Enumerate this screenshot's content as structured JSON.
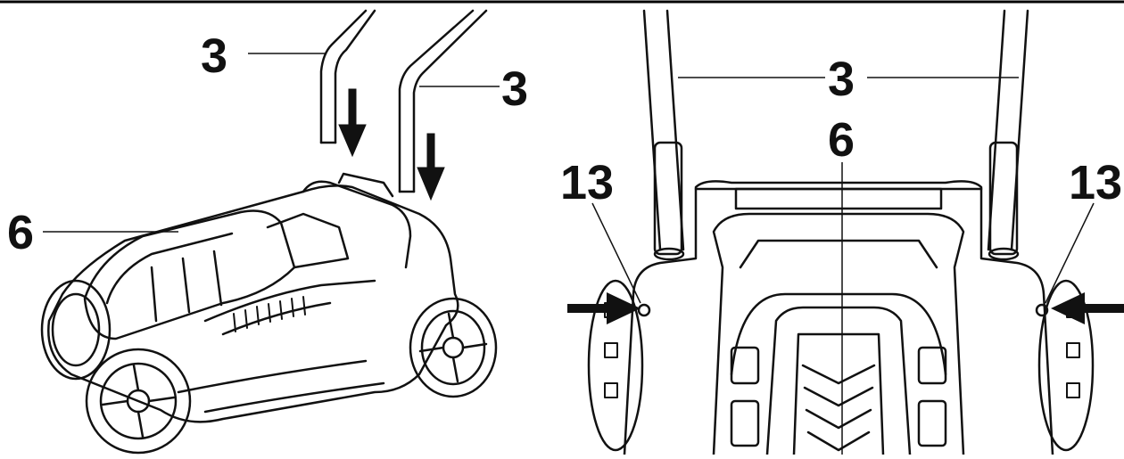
{
  "figure": {
    "left_view": {
      "labels": [
        {
          "id": "handle-left",
          "text": "3"
        },
        {
          "id": "handle-right",
          "text": "3"
        },
        {
          "id": "body",
          "text": "6"
        }
      ]
    },
    "right_view": {
      "labels": [
        {
          "id": "handle",
          "text": "3"
        },
        {
          "id": "body",
          "text": "6"
        },
        {
          "id": "knob-left",
          "text": "13"
        },
        {
          "id": "knob-right",
          "text": "13"
        }
      ]
    }
  }
}
